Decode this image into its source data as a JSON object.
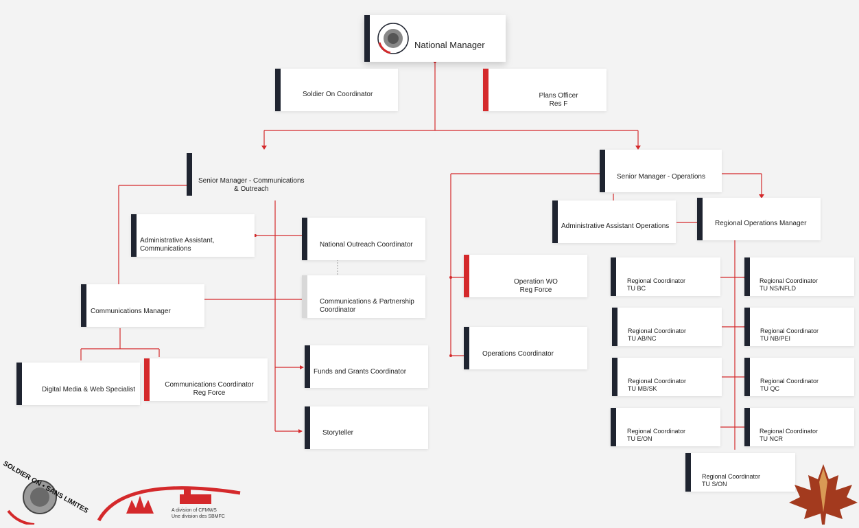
{
  "colors": {
    "accent_red": "#d4292b",
    "dark_bar": "#1f2430",
    "background": "#f3f3f3"
  },
  "national_manager": "National Manager",
  "soldier_on_coordinator": "Soldier On Coordinator",
  "plans_officer": {
    "line1": "Plans Officer",
    "line2": "Res F"
  },
  "senior_manager_comms": {
    "line1": "Senior Manager - Communications",
    "line2": "& Outreach"
  },
  "senior_manager_ops": "Senior Manager - Operations",
  "admin_assistant_comms": {
    "line1": "Administrative Assistant,",
    "line2": "Communications"
  },
  "national_outreach_coordinator": "National Outreach Coordinator",
  "communications_manager": "Communications Manager",
  "comms_partnership_coordinator": {
    "line1": "Communications & Partnership",
    "line2": "Coordinator"
  },
  "digital_media_specialist": "Digital Media & Web Specialist",
  "communications_coordinator": {
    "line1": "Communications Coordinator",
    "line2": "Reg Force"
  },
  "funds_grants_coordinator": "Funds and Grants Coordinator",
  "storyteller": "Storyteller",
  "admin_assistant_ops": "Administrative Assistant Operations",
  "regional_operations_manager": "Regional Operations Manager",
  "operation_wo": {
    "line1": "Operation WO",
    "line2": "Reg Force"
  },
  "operations_coordinator": "Operations Coordinator",
  "regional_coordinators": [
    {
      "title": "Regional Coordinator",
      "unit": "TU BC"
    },
    {
      "title": "Regional Coordinator",
      "unit": "TU NS/NFLD"
    },
    {
      "title": "Regional Coordinator",
      "unit": "TU AB/NC"
    },
    {
      "title": "Regional Coordinator",
      "unit": "TU NB/PEI"
    },
    {
      "title": "Regional Coordinator",
      "unit": "TU MB/SK"
    },
    {
      "title": "Regional Coordinator",
      "unit": "TU QC"
    },
    {
      "title": "Regional Coordinator",
      "unit": "TU E/ON"
    },
    {
      "title": "Regional Coordinator",
      "unit": "TU NCR"
    },
    {
      "title": "Regional Coordinator",
      "unit": "TU S/ON"
    }
  ],
  "logos": {
    "soldier_on_text": "SOLDIER ON • SANS LIMITES",
    "cfmws_line1": "A division of CFMWS",
    "cfmws_line2": "Une division des SBMFC"
  },
  "icons": [
    "soldier-on-badge-icon",
    "maple-leaf-icon"
  ]
}
